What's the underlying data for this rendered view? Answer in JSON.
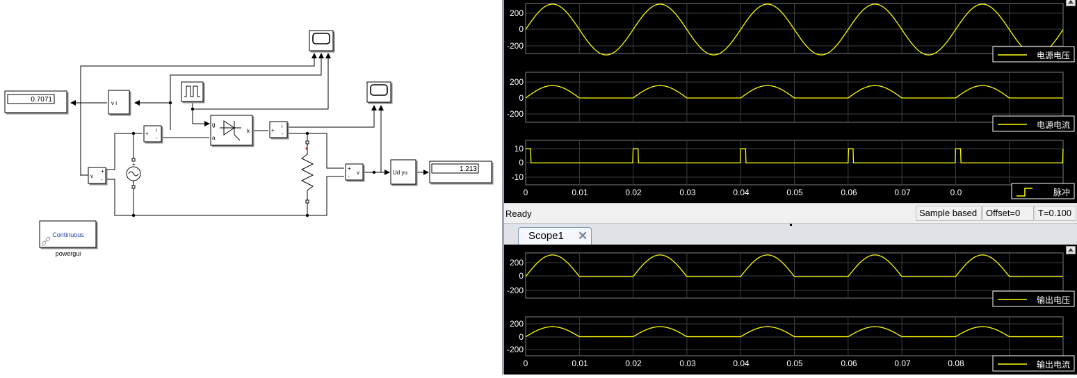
{
  "model": {
    "display_rms": "0.7071",
    "display_avg": "1.213",
    "rms_block_label": "v   i",
    "vmeas_source": "v",
    "vmeas_load": "v",
    "ud_block_label": "Ud   yu",
    "scr_gate": "g",
    "scr_anode": "a",
    "scr_cathode": "k",
    "powergui_mode": "Continuous",
    "powergui_name": "powergui"
  },
  "scope0": {
    "status": {
      "ready": "Ready",
      "sample": "Sample based",
      "offset": "Offset=0",
      "time": "T=0.100"
    },
    "axes": [
      {
        "ticks": [
          "200",
          "0",
          "-200"
        ],
        "legend": "电源电压"
      },
      {
        "ticks": [
          "200",
          "0",
          "-200"
        ],
        "legend": "电源电流"
      },
      {
        "ticks": [
          "10",
          "0",
          "-10"
        ],
        "legend": "脉冲"
      }
    ],
    "xticks": [
      "0",
      "0.01",
      "0.02",
      "0.03",
      "0.04",
      "0.05",
      "0.06",
      "0.07",
      "0.0"
    ]
  },
  "scope1": {
    "tab_label": "Scope1",
    "axes": [
      {
        "ticks": [
          "200",
          "0",
          "-200"
        ],
        "legend": "输出电压"
      },
      {
        "ticks": [
          "200",
          "0",
          "-200"
        ],
        "legend": "输出电流"
      }
    ],
    "xticks": [
      "0",
      "0.01",
      "0.02",
      "0.03",
      "0.04",
      "0.05",
      "0.06",
      "0.07",
      "0.08"
    ]
  },
  "colors": {
    "trace": "#ffff00",
    "grid": "#404040",
    "plot_bg": "#000000",
    "plot_border": "#808080",
    "label": "#ffffff",
    "model_line": "#000000"
  }
}
